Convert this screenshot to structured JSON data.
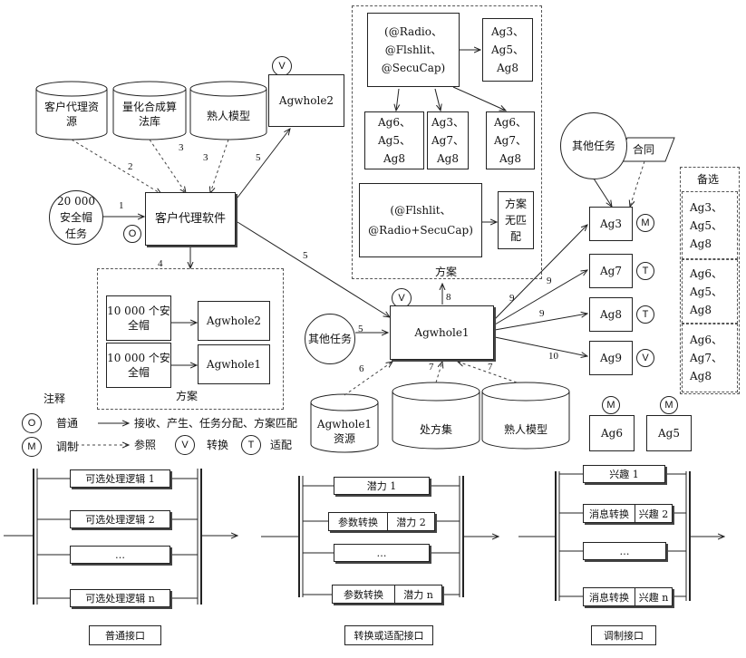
{
  "resources": {
    "agent_resources": "客户代理资源",
    "quant_algo": "量化合成算法库",
    "familiar_model_top": "熟人模型",
    "agwhole1_resources": "Agwhole1资源",
    "scheme_set": "处方集",
    "familiar_model_bottom": "熟人模型"
  },
  "task_circle": "20 000 安全帽任务",
  "agent_software": "客户代理软件",
  "agwhole2_top": "Agwhole2",
  "agwhole1": "Agwhole1",
  "other_tasks_left": "其他任务",
  "other_tasks_right": "其他任务",
  "contract": "合同",
  "left_plan": {
    "row1_label": "10 000 个安全帽",
    "row1_target": "Agwhole2",
    "row2_label": "10 000 个安全帽",
    "row2_target": "Agwhole1",
    "caption": "方案"
  },
  "top_plan": {
    "combo_top": "(@Radio、@Flshlit、@SecuCap)",
    "combo_top_result": "Ag3、Ag5、Ag8",
    "branch1": "Ag6、Ag5、Ag8",
    "branch2": "Ag3、Ag7、Ag8",
    "branch3": "Ag6、Ag7、Ag8",
    "combo_bottom": "(@Flshlit、@Radio+SecuCap)",
    "no_match": "方案无匹配",
    "caption": "方案"
  },
  "agents": {
    "ag3": "Ag3",
    "ag7": "Ag7",
    "ag8": "Ag8",
    "ag9": "Ag9",
    "ag6": "Ag6",
    "ag5": "Ag5"
  },
  "badges": {
    "o_task": "O",
    "v_top": "V",
    "v_center": "V",
    "m_ag3": "M",
    "t_ag7": "T",
    "t_ag8": "T",
    "v_ag9": "V",
    "m_ag6": "M",
    "m_ag5": "M"
  },
  "alternatives": {
    "title": "备选",
    "set1": "Ag3、Ag5、Ag8",
    "set2": "Ag6、Ag5、Ag8",
    "set3": "Ag6、Ag7、Ag8"
  },
  "edge_labels": {
    "l1": "1",
    "l2": "2",
    "l3a": "3",
    "l3b": "3",
    "l4": "4",
    "l5a": "5",
    "l5b": "5",
    "l5c": "5",
    "l6": "6",
    "l7a": "7",
    "l7b": "7",
    "l8": "8",
    "l9a": "9",
    "l9b": "9",
    "l9c": "9",
    "l10": "10"
  },
  "legend": {
    "title": "注释",
    "o_sym": "O",
    "o_text": "普通",
    "m_sym": "M",
    "m_text": "调制",
    "solid_text": "接收、产生、任务分配、方案匹配",
    "dashed_text": "参照",
    "v_sym": "V",
    "v_text": "转换",
    "t_sym": "T",
    "t_text": "适配"
  },
  "ordinary_interface": {
    "items": [
      "可选处理逻辑 1",
      "可选处理逻辑 2",
      "…",
      "可选处理逻辑 n"
    ],
    "caption": "普通接口"
  },
  "conversion_interface": {
    "item1": "潜力 1",
    "item2_left": "参数转换",
    "item2_right": "潜力 2",
    "item3": "…",
    "item4_left": "参数转换",
    "item4_right": "潜力 n",
    "caption": "转换或适配接口"
  },
  "modulation_interface": {
    "item1": "兴趣 1",
    "item2_left": "消息转换",
    "item2_right": "兴趣 2",
    "item3": "…",
    "item4_left": "消息转换",
    "item4_right": "兴趣 n",
    "caption": "调制接口"
  }
}
